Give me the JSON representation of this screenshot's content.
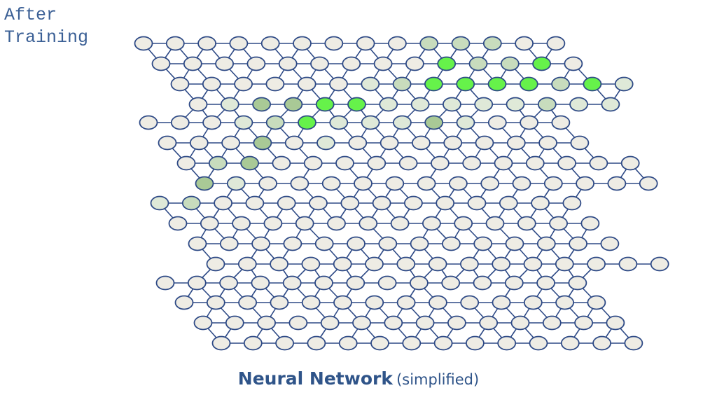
{
  "title": {
    "line1": "After",
    "line2": "Training"
  },
  "caption": {
    "main": "Neural Network",
    "sub": "(simplified)"
  },
  "colors": {
    "edge": "#2e4a86",
    "node_stroke": "#2e4a86",
    "text": "#2f5489",
    "shade_levels": [
      "#eeece4",
      "#dfe9d8",
      "#c8dcbd",
      "#a9c996",
      "#66f24a"
    ]
  },
  "network": {
    "description": "Layered lattice of nodes; each row lists its nodes with an activation shade level 0 (neutral) to 4 (bright green).",
    "rows": [
      {
        "levels": [
          0,
          0,
          0,
          0,
          0,
          0,
          0,
          0,
          0,
          2,
          2,
          2,
          0,
          0
        ]
      },
      {
        "levels": [
          0,
          0,
          0,
          0,
          0,
          0,
          0,
          0,
          0,
          4,
          2,
          2,
          4,
          0
        ]
      },
      {
        "levels": [
          0,
          0,
          0,
          0,
          0,
          0,
          1,
          2,
          4,
          4,
          4,
          4,
          2,
          4,
          1
        ]
      },
      {
        "levels": [
          0,
          1,
          3,
          3,
          4,
          4,
          1,
          1,
          1,
          1,
          1,
          2,
          1,
          1
        ]
      },
      {
        "levels": [
          0,
          0,
          0,
          1,
          2,
          4,
          1,
          1,
          1,
          3,
          1,
          0,
          0,
          0
        ]
      },
      {
        "levels": [
          0,
          0,
          0,
          3,
          0,
          1,
          0,
          0,
          0,
          0,
          0,
          0,
          0,
          0
        ]
      },
      {
        "levels": [
          0,
          2,
          3,
          0,
          0,
          0,
          0,
          0,
          0,
          0,
          0,
          0,
          0,
          0,
          0
        ]
      },
      {
        "levels": [
          3,
          1,
          0,
          0,
          0,
          0,
          0,
          0,
          0,
          0,
          0,
          0,
          0,
          0,
          0
        ]
      },
      {
        "levels": [
          1,
          2,
          0,
          0,
          0,
          0,
          0,
          0,
          0,
          0,
          0,
          0,
          0,
          0
        ]
      },
      {
        "levels": [
          0,
          0,
          0,
          0,
          0,
          0,
          0,
          0,
          0,
          0,
          0,
          0,
          0,
          0
        ]
      },
      {
        "levels": [
          0,
          0,
          0,
          0,
          0,
          0,
          0,
          0,
          0,
          0,
          0,
          0,
          0,
          0
        ]
      },
      {
        "levels": [
          0,
          0,
          0,
          0,
          0,
          0,
          0,
          0,
          0,
          0,
          0,
          0,
          0,
          0,
          0
        ]
      },
      {
        "levels": [
          0,
          0,
          0,
          0,
          0,
          0,
          0,
          0,
          0,
          0,
          0,
          0,
          0,
          0
        ]
      },
      {
        "levels": [
          0,
          0,
          0,
          0,
          0,
          0,
          0,
          0,
          0,
          0,
          0,
          0,
          0,
          0
        ]
      },
      {
        "levels": [
          0,
          0,
          0,
          0,
          0,
          0,
          0,
          0,
          0,
          0,
          0,
          0,
          0,
          0
        ]
      },
      {
        "levels": [
          0,
          0,
          0,
          0,
          0,
          0,
          0,
          0,
          0,
          0,
          0,
          0,
          0,
          0
        ]
      }
    ]
  }
}
